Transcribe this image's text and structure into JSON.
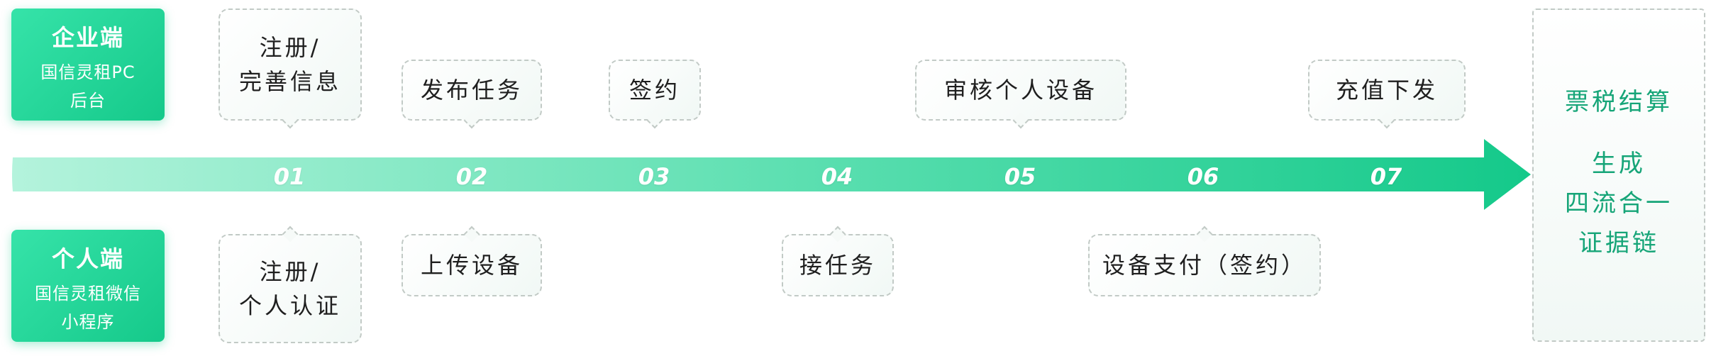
{
  "enterprise": {
    "title": "企业端",
    "subtitle_line1": "国信灵租PC",
    "subtitle_line2": "后台"
  },
  "personal": {
    "title": "个人端",
    "subtitle_line1": "国信灵租微信",
    "subtitle_line2": "小程序"
  },
  "steps": [
    "01",
    "02",
    "03",
    "04",
    "05",
    "06",
    "07"
  ],
  "top_tasks": {
    "t01_line1": "注册/",
    "t01_line2": "完善信息",
    "t02": "发布任务",
    "t03": "签约",
    "t05": "审核个人设备",
    "t07": "充值下发"
  },
  "bottom_tasks": {
    "b01_line1": "注册/",
    "b01_line2": "个人认证",
    "b02": "上传设备",
    "b04": "接任务",
    "b06": "设备支付（签约）"
  },
  "result": {
    "title": "票税结算",
    "line1": "生成",
    "line2": "四流合一",
    "line3": "证据链"
  },
  "colors": {
    "accent": "#15c98a",
    "accent_light": "#a6f0d4",
    "result_text": "#16a578",
    "dashed_border": "#c2cac6"
  }
}
